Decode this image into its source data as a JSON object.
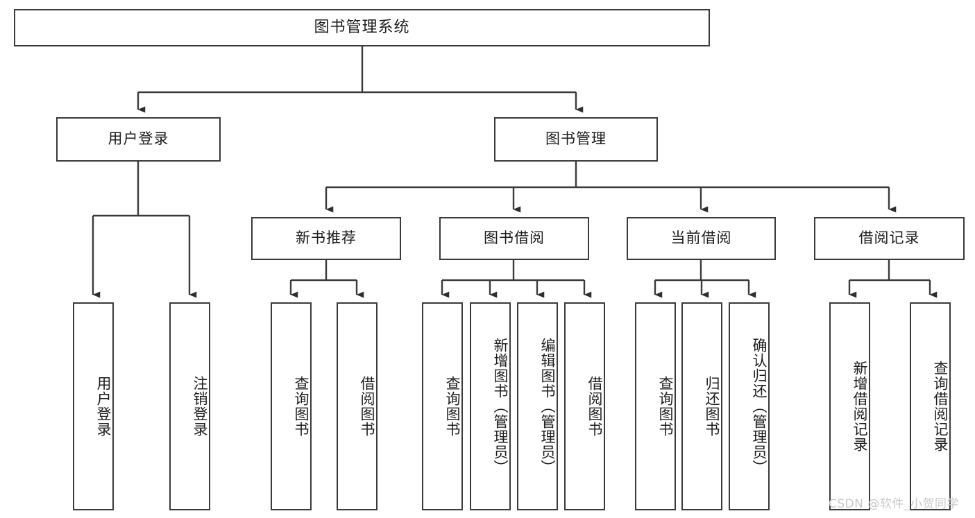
{
  "diagram": {
    "title": "图书管理系统",
    "type": "tree-hierarchy",
    "watermark": "CSDN @软件_小贺同学",
    "stroke_color": "#3a3a3a",
    "fill_color": "#ffffff",
    "text_color": "#1c1c1c",
    "watermark_color": "#c9c9c9",
    "levels": {
      "root": {
        "label": "图书管理系统"
      },
      "level2": [
        {
          "id": "user-login",
          "label": "用户登录"
        },
        {
          "id": "book-management",
          "label": "图书管理"
        }
      ],
      "level3": [
        {
          "id": "new-book-recommend",
          "label": "新书推荐",
          "parent": "book-management"
        },
        {
          "id": "book-borrow",
          "label": "图书借阅",
          "parent": "book-management"
        },
        {
          "id": "current-borrow",
          "label": "当前借阅",
          "parent": "book-management"
        },
        {
          "id": "borrow-record",
          "label": "借阅记录",
          "parent": "book-management"
        }
      ],
      "leaves": [
        {
          "id": "leaf-user-login",
          "label": "用户登录",
          "parent": "user-login"
        },
        {
          "id": "leaf-logout-login",
          "label": "注销登录",
          "parent": "user-login"
        },
        {
          "id": "leaf-query-book-1",
          "label": "查询图书",
          "parent": "new-book-recommend"
        },
        {
          "id": "leaf-borrow-book-1",
          "label": "借阅图书",
          "parent": "new-book-recommend"
        },
        {
          "id": "leaf-query-book-2",
          "label": "查询图书",
          "parent": "book-borrow"
        },
        {
          "id": "leaf-add-book",
          "label": "新增图书（管理员）",
          "parent": "book-borrow"
        },
        {
          "id": "leaf-edit-book",
          "label": "编辑图书（管理员）",
          "parent": "book-borrow"
        },
        {
          "id": "leaf-borrow-book-2",
          "label": "借阅图书",
          "parent": "book-borrow"
        },
        {
          "id": "leaf-query-book-3",
          "label": "查询图书",
          "parent": "current-borrow"
        },
        {
          "id": "leaf-return-book",
          "label": "归还图书",
          "parent": "current-borrow"
        },
        {
          "id": "leaf-confirm-return",
          "label": "确认归还（管理员）",
          "parent": "current-borrow"
        },
        {
          "id": "leaf-add-record",
          "label": "新增借阅记录",
          "parent": "borrow-record"
        },
        {
          "id": "leaf-query-record",
          "label": "查询借阅记录",
          "parent": "borrow-record"
        }
      ]
    }
  }
}
